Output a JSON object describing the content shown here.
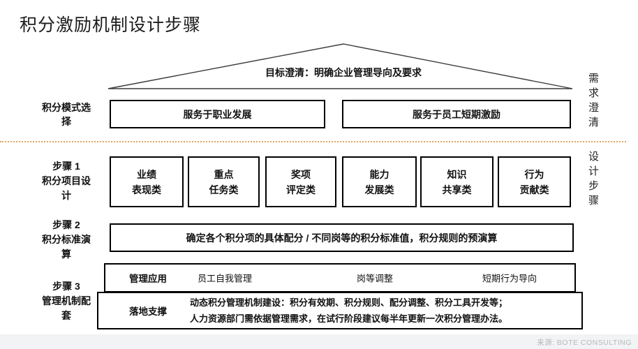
{
  "title": "积分激励机制设计步骤",
  "accent_color": "#DFA265",
  "roof": {
    "label": "目标澄清：明确企业管理导向及要求"
  },
  "side_labels": {
    "need": "需求澄清",
    "design": "设计步骤"
  },
  "mode_row": {
    "label": "积分模式选择",
    "boxes": [
      "服务于职业发展",
      "服务于员工短期激励"
    ]
  },
  "step1": {
    "step": "步骤 1",
    "label": "积分项目设计",
    "boxes": [
      {
        "line1": "业绩",
        "line2": "表现类"
      },
      {
        "line1": "重点",
        "line2": "任务类"
      },
      {
        "line1": "奖项",
        "line2": "评定类"
      },
      {
        "line1": "能力",
        "line2": "发展类"
      },
      {
        "line1": "知识",
        "line2": "共享类"
      },
      {
        "line1": "行为",
        "line2": "贡献类"
      }
    ]
  },
  "step2": {
    "step": "步骤 2",
    "label": "积分标准演算",
    "box": "确定各个积分项的具体配分 / 不同岗等的积分标准值，积分规则的预演算"
  },
  "step3": {
    "step": "步骤 3",
    "label": "管理机制配套",
    "row1": {
      "header": "管理应用",
      "items": [
        "员工自我管理",
        "岗等调整",
        "短期行为导向"
      ]
    },
    "row2": {
      "header": "落地支撑",
      "lines": [
        "动态积分管理机制建设：积分有效期、积分规则、配分调整、积分工具开发等；",
        "人力资源部门需依据管理需求，在试行阶段建议每半年更新一次积分管理办法。"
      ]
    }
  },
  "footer": {
    "source": "来源: BOTE CONSULTING"
  }
}
